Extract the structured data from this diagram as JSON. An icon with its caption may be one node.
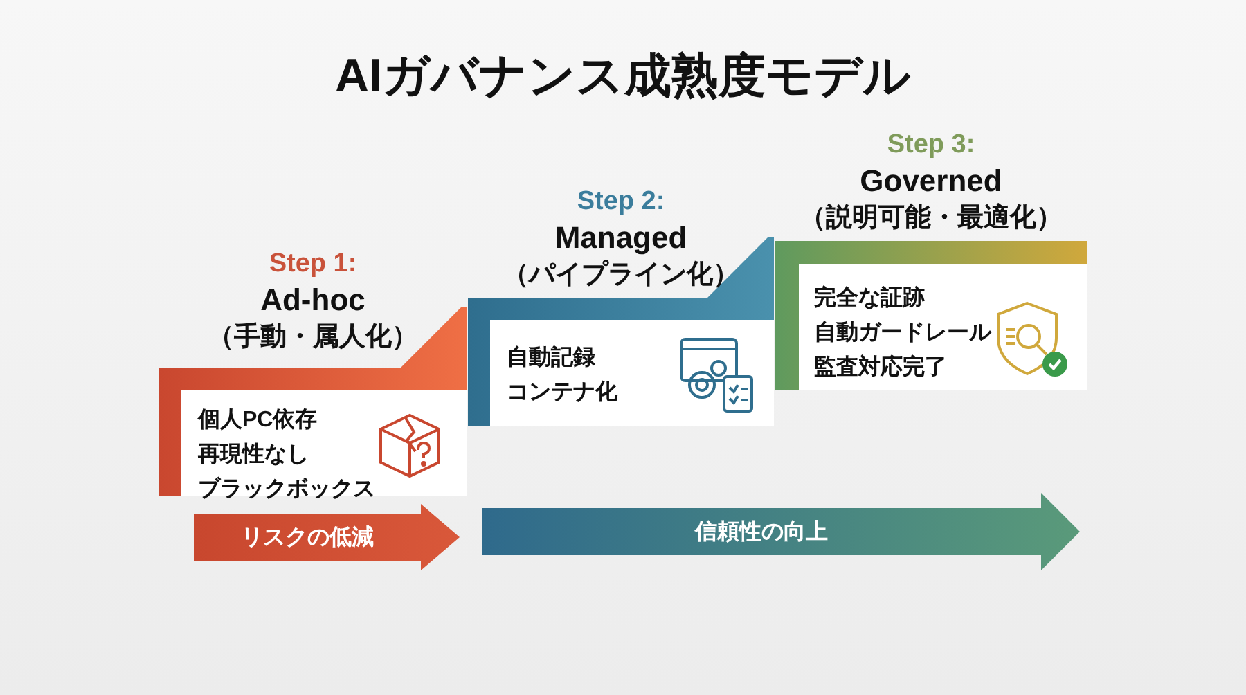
{
  "diagram": {
    "title": "AIガバナンス成熟度モデル",
    "nodes": [
      {
        "text": [
          "Step 1:",
          "Ad-hoc",
          "（手動・属人化）",
          "個人PC依存",
          "再現性なし",
          "ブラックボックス"
        ]
      },
      {
        "text": [
          "Step 2:",
          "Managed",
          "（パイプライン化）",
          "自動記録",
          "コンテナ化"
        ]
      },
      {
        "text": [
          "Step 3:",
          "Governed",
          "（説明可能・最適化）",
          "完全な証跡",
          "自動ガードレール",
          "監査対応完了"
        ]
      }
    ],
    "labels": [
      "リスクの低減",
      "信頼性の向上"
    ]
  }
}
